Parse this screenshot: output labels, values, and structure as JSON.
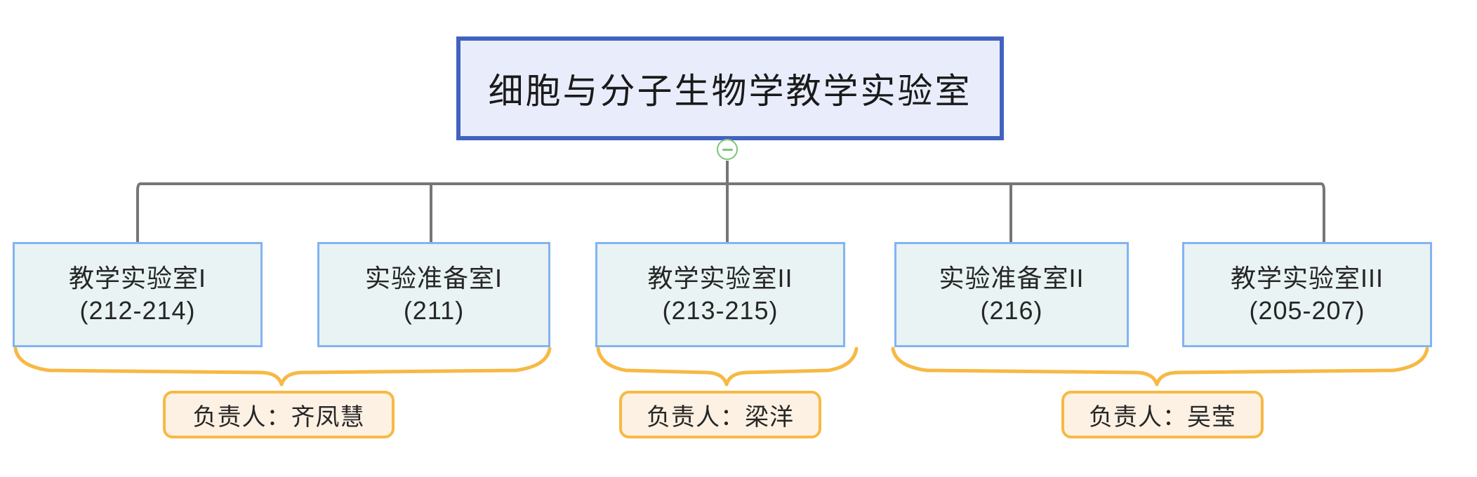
{
  "diagram": {
    "type": "org-tree",
    "root": {
      "label": "细胞与分子生物学教学实验室",
      "fill_color": "#e9edfb",
      "border_color": "#4262c0"
    },
    "toggle": {
      "icon": "minus-circle-icon",
      "state": "expanded",
      "color": "#7cc576"
    },
    "connector_color": "#767676",
    "children": [
      {
        "name": "教学实验室I",
        "room": "(212-214)"
      },
      {
        "name": "实验准备室I",
        "room": "(211)"
      },
      {
        "name": "教学实验室II",
        "room": "(213-215)"
      },
      {
        "name": "实验准备室II",
        "room": "(216)"
      },
      {
        "name": "教学实验室III",
        "room": "(205-207)"
      }
    ],
    "child_fill_color": "#e9f3f3",
    "child_border_color": "#82b4f2",
    "groups": [
      {
        "owner": "负责人：齐凤慧",
        "covers": [
          "教学实验室I",
          "实验准备室I"
        ]
      },
      {
        "owner": "负责人：梁洋",
        "covers": [
          "教学实验室II"
        ]
      },
      {
        "owner": "负责人：吴莹",
        "covers": [
          "实验准备室II",
          "教学实验室III"
        ]
      }
    ],
    "brace_color": "#f7b944",
    "owner_fill_color": "#fdf1e3",
    "owner_border_color": "#f7b944"
  }
}
